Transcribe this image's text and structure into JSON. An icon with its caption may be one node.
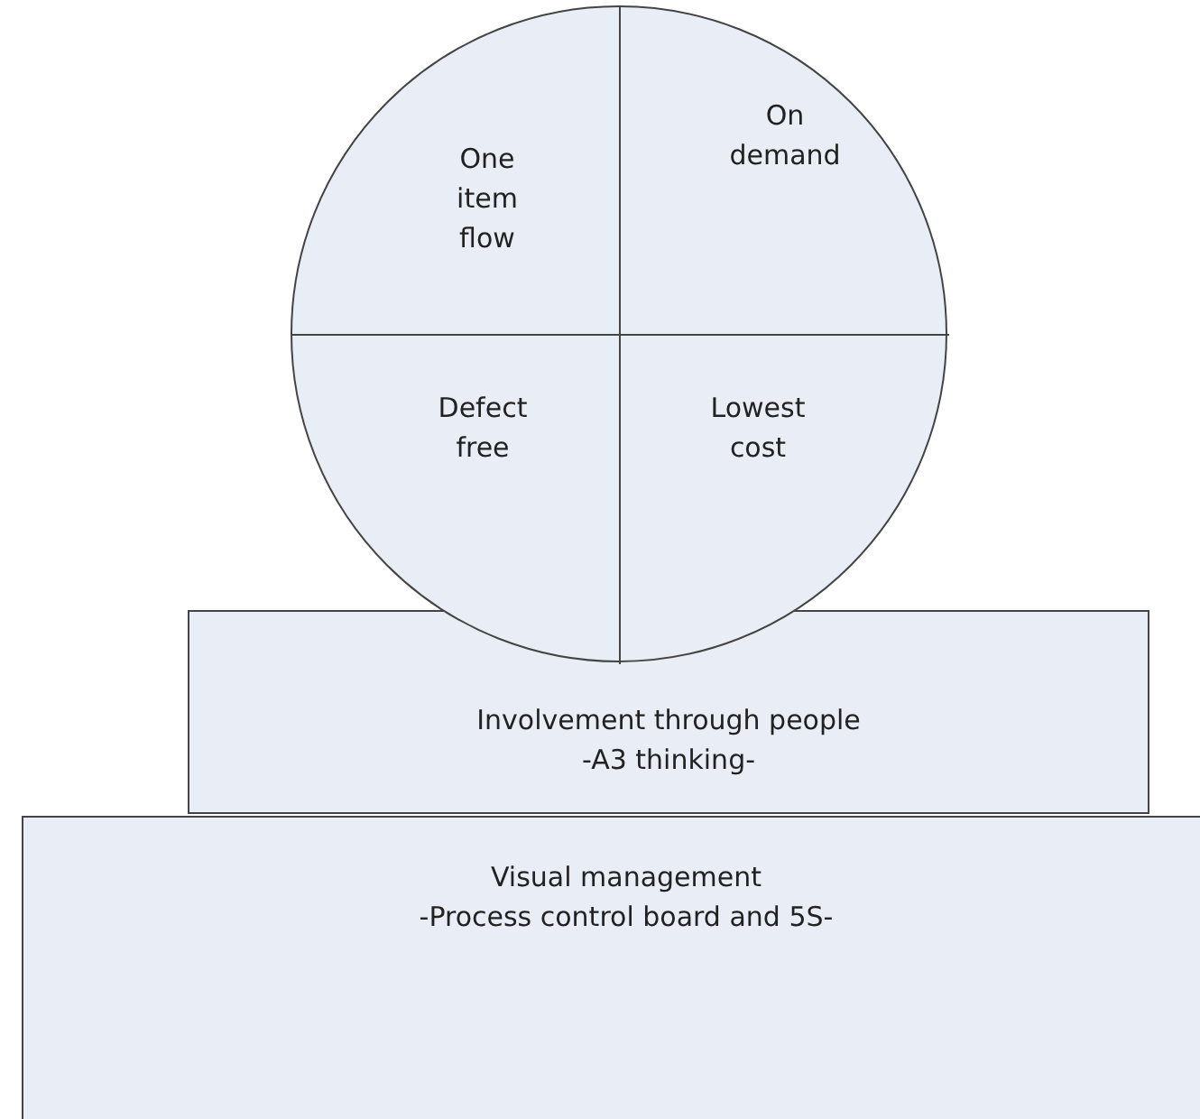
{
  "diagram": {
    "nodes": [
      {
        "text": [],
        "shape": "circle"
      },
      {
        "text": [
          "One item flow"
        ],
        "in": 0
      },
      {
        "text": [
          "On demand"
        ],
        "in": 0
      },
      {
        "text": [
          "Defect free"
        ],
        "in": 0
      },
      {
        "text": [
          "Lowest cost"
        ],
        "in": 0
      },
      {
        "text": [
          "Involvement through people",
          "-A3 thinking-"
        ]
      },
      {
        "text": [
          "Visual management",
          "-Process control board and 5S-"
        ]
      }
    ],
    "edges": []
  }
}
